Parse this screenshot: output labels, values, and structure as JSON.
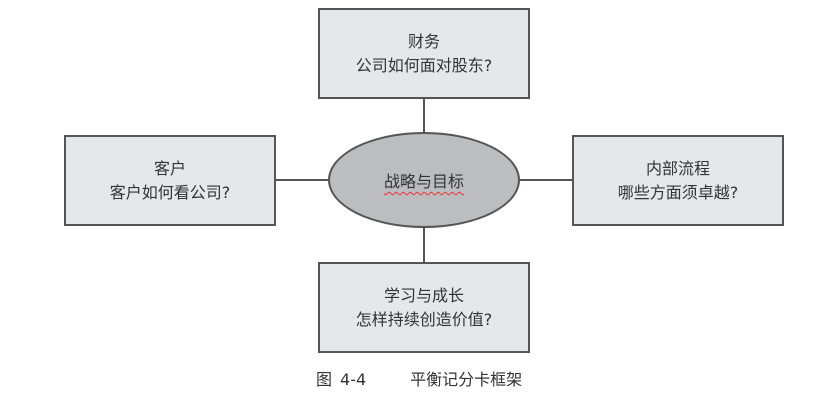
{
  "center": {
    "label": "战略与目标"
  },
  "boxes": {
    "top": {
      "title": "财务",
      "question": "公司如何面对股东?"
    },
    "left": {
      "title": "客户",
      "question": "客户如何看公司?"
    },
    "right": {
      "title": "内部流程",
      "question": "哪些方面须卓越?"
    },
    "bottom": {
      "title": "学习与成长",
      "question": "怎样持续创造价值?"
    }
  },
  "caption": {
    "prefix": "图",
    "number": "4-4",
    "title": "平衡记分卡框架"
  },
  "colors": {
    "box_fill": "#e6e7e8",
    "ellipse_fill": "#bcbdc0",
    "stroke": "#555555"
  }
}
